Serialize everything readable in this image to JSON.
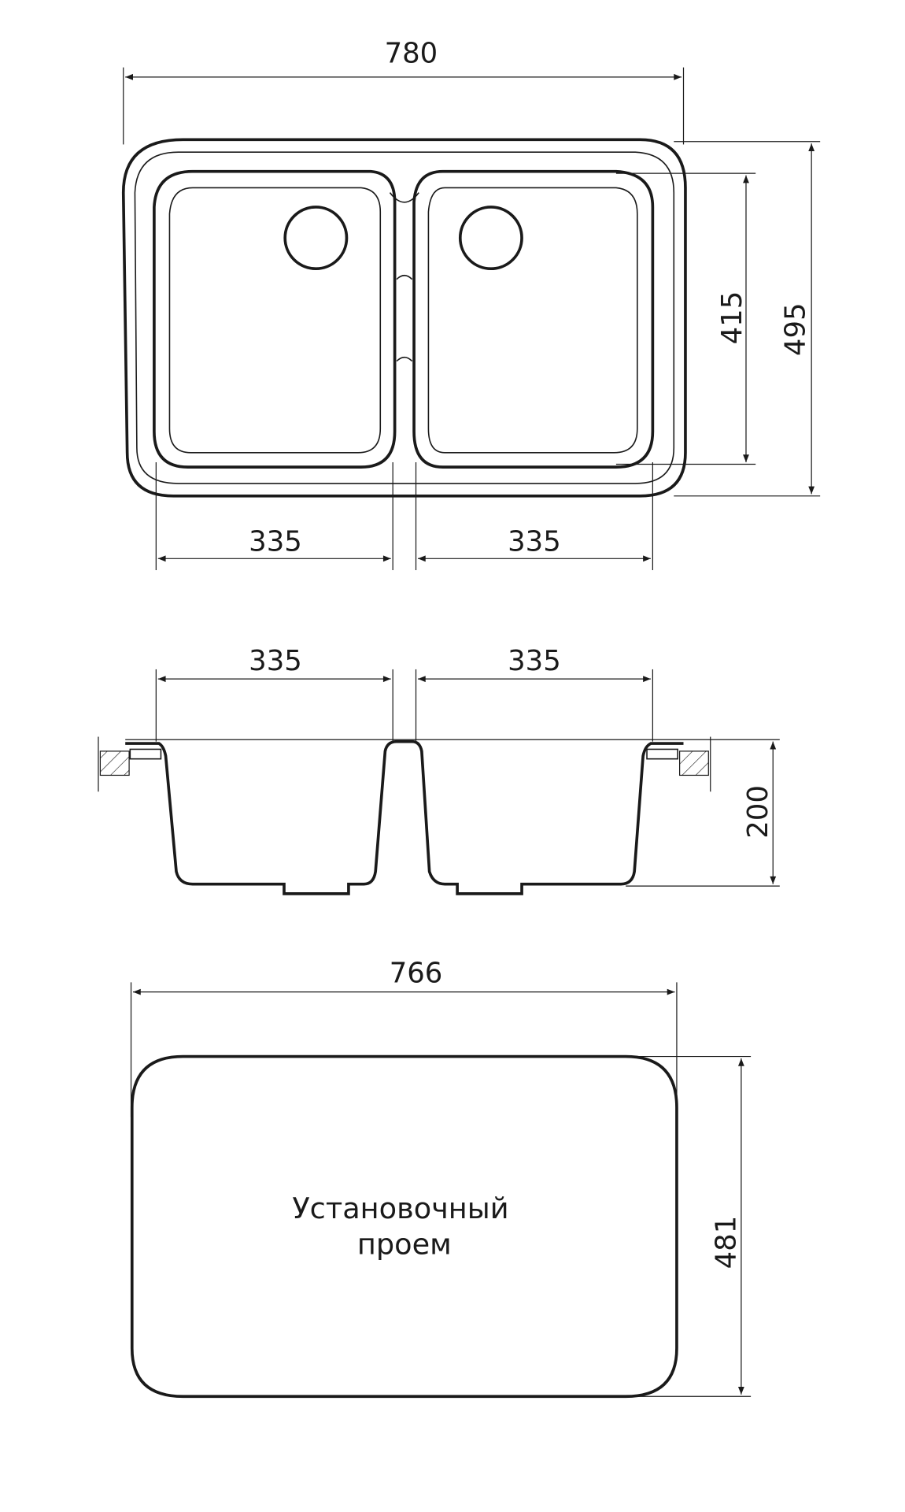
{
  "top_view": {
    "overall_width": "780",
    "overall_depth": "495",
    "bowl_depth_plan": "415",
    "left_bowl_width": "335",
    "right_bowl_width": "335"
  },
  "section_view": {
    "left_bowl_width": "335",
    "right_bowl_width": "335",
    "bowl_height": "200"
  },
  "cutout_view": {
    "width": "766",
    "depth": "481",
    "label_line1": "Установочный",
    "label_line2": "проем"
  },
  "colors": {
    "line": "#1a1a1a",
    "background": "#ffffff"
  }
}
